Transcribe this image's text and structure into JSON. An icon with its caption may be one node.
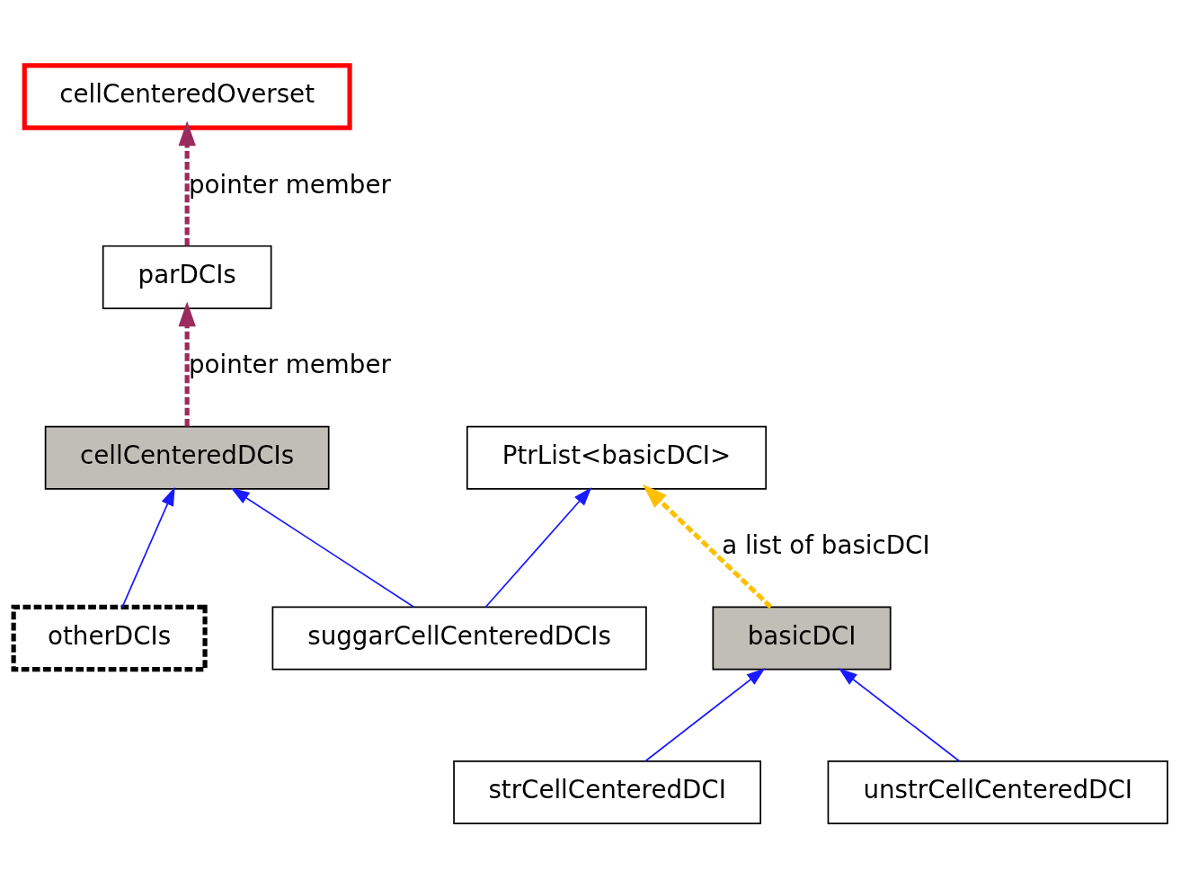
{
  "diagram": {
    "nodes": [
      {
        "text": [
          "cellCenteredOverset"
        ]
      },
      {
        "text": [
          "parDCIs"
        ]
      },
      {
        "text": [
          "cellCenteredDCIs"
        ]
      },
      {
        "text": [
          "PtrList<basicDCI>"
        ]
      },
      {
        "text": [
          "otherDCIs"
        ]
      },
      {
        "text": [
          "suggarCellCenteredDCIs"
        ]
      },
      {
        "text": [
          "basicDCI"
        ]
      },
      {
        "text": [
          "strCellCenteredDCI"
        ]
      },
      {
        "text": [
          "unstrCellCenteredDCI"
        ]
      }
    ],
    "edges": [
      {
        "from": 1,
        "to": 0,
        "arrow": "to",
        "label": "pointer member",
        "style": "dashed",
        "color": "#9c2a5c"
      },
      {
        "from": 2,
        "to": 1,
        "arrow": "to",
        "label": "pointer member",
        "style": "dashed",
        "color": "#9c2a5c"
      },
      {
        "from": 4,
        "to": 2,
        "arrow": "to"
      },
      {
        "from": 5,
        "to": 2,
        "arrow": "to"
      },
      {
        "from": 5,
        "to": 3,
        "arrow": "to"
      },
      {
        "from": 6,
        "to": 3,
        "arrow": "to",
        "label": "a list of basicDCI",
        "style": "dashed",
        "color": "#ffc000"
      },
      {
        "from": 7,
        "to": 6,
        "arrow": "to"
      },
      {
        "from": 8,
        "to": 6,
        "arrow": "to"
      }
    ]
  }
}
